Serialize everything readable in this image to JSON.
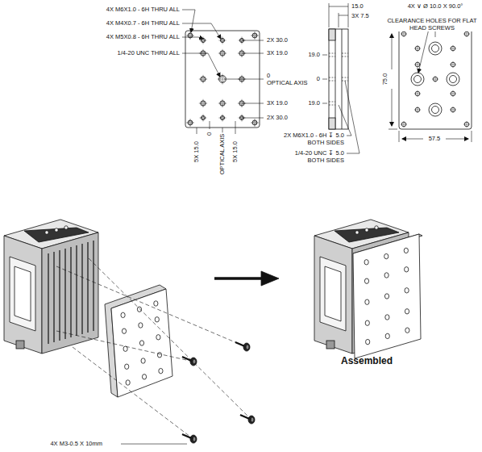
{
  "diagram": {
    "labels": [
      "4X M6X1.0 - 6H THRU ALL",
      "4X M4X0.7 - 6H THRU ALL",
      "4X M5X0.8 - 6H THRU ALL",
      "1/4-20 UNC THRU ALL",
      "2X 30.0",
      "3X 19.0",
      "0",
      "OPTICAL AXIS",
      "3X 19.0",
      "2X 30.0",
      "5X 15.0",
      "0",
      "OPTICAL AXIS",
      "5X 15.0",
      "15.0",
      "3X 7.5",
      "19.0",
      "0",
      "19.0",
      "2X M6X1.0 - 6H ↧ 5.0",
      "BOTH SIDES",
      "1/4-20 UNC ↧ 5.0",
      "BOTH SIDES",
      "4X ∨ Ø 10.0 X 90.0°",
      "CLEARANCE HOLES FOR FLAT HEAD SCREWS",
      "75.0",
      "57.5",
      "Assembled",
      "4X M3-0.5 X 10mm"
    ]
  }
}
